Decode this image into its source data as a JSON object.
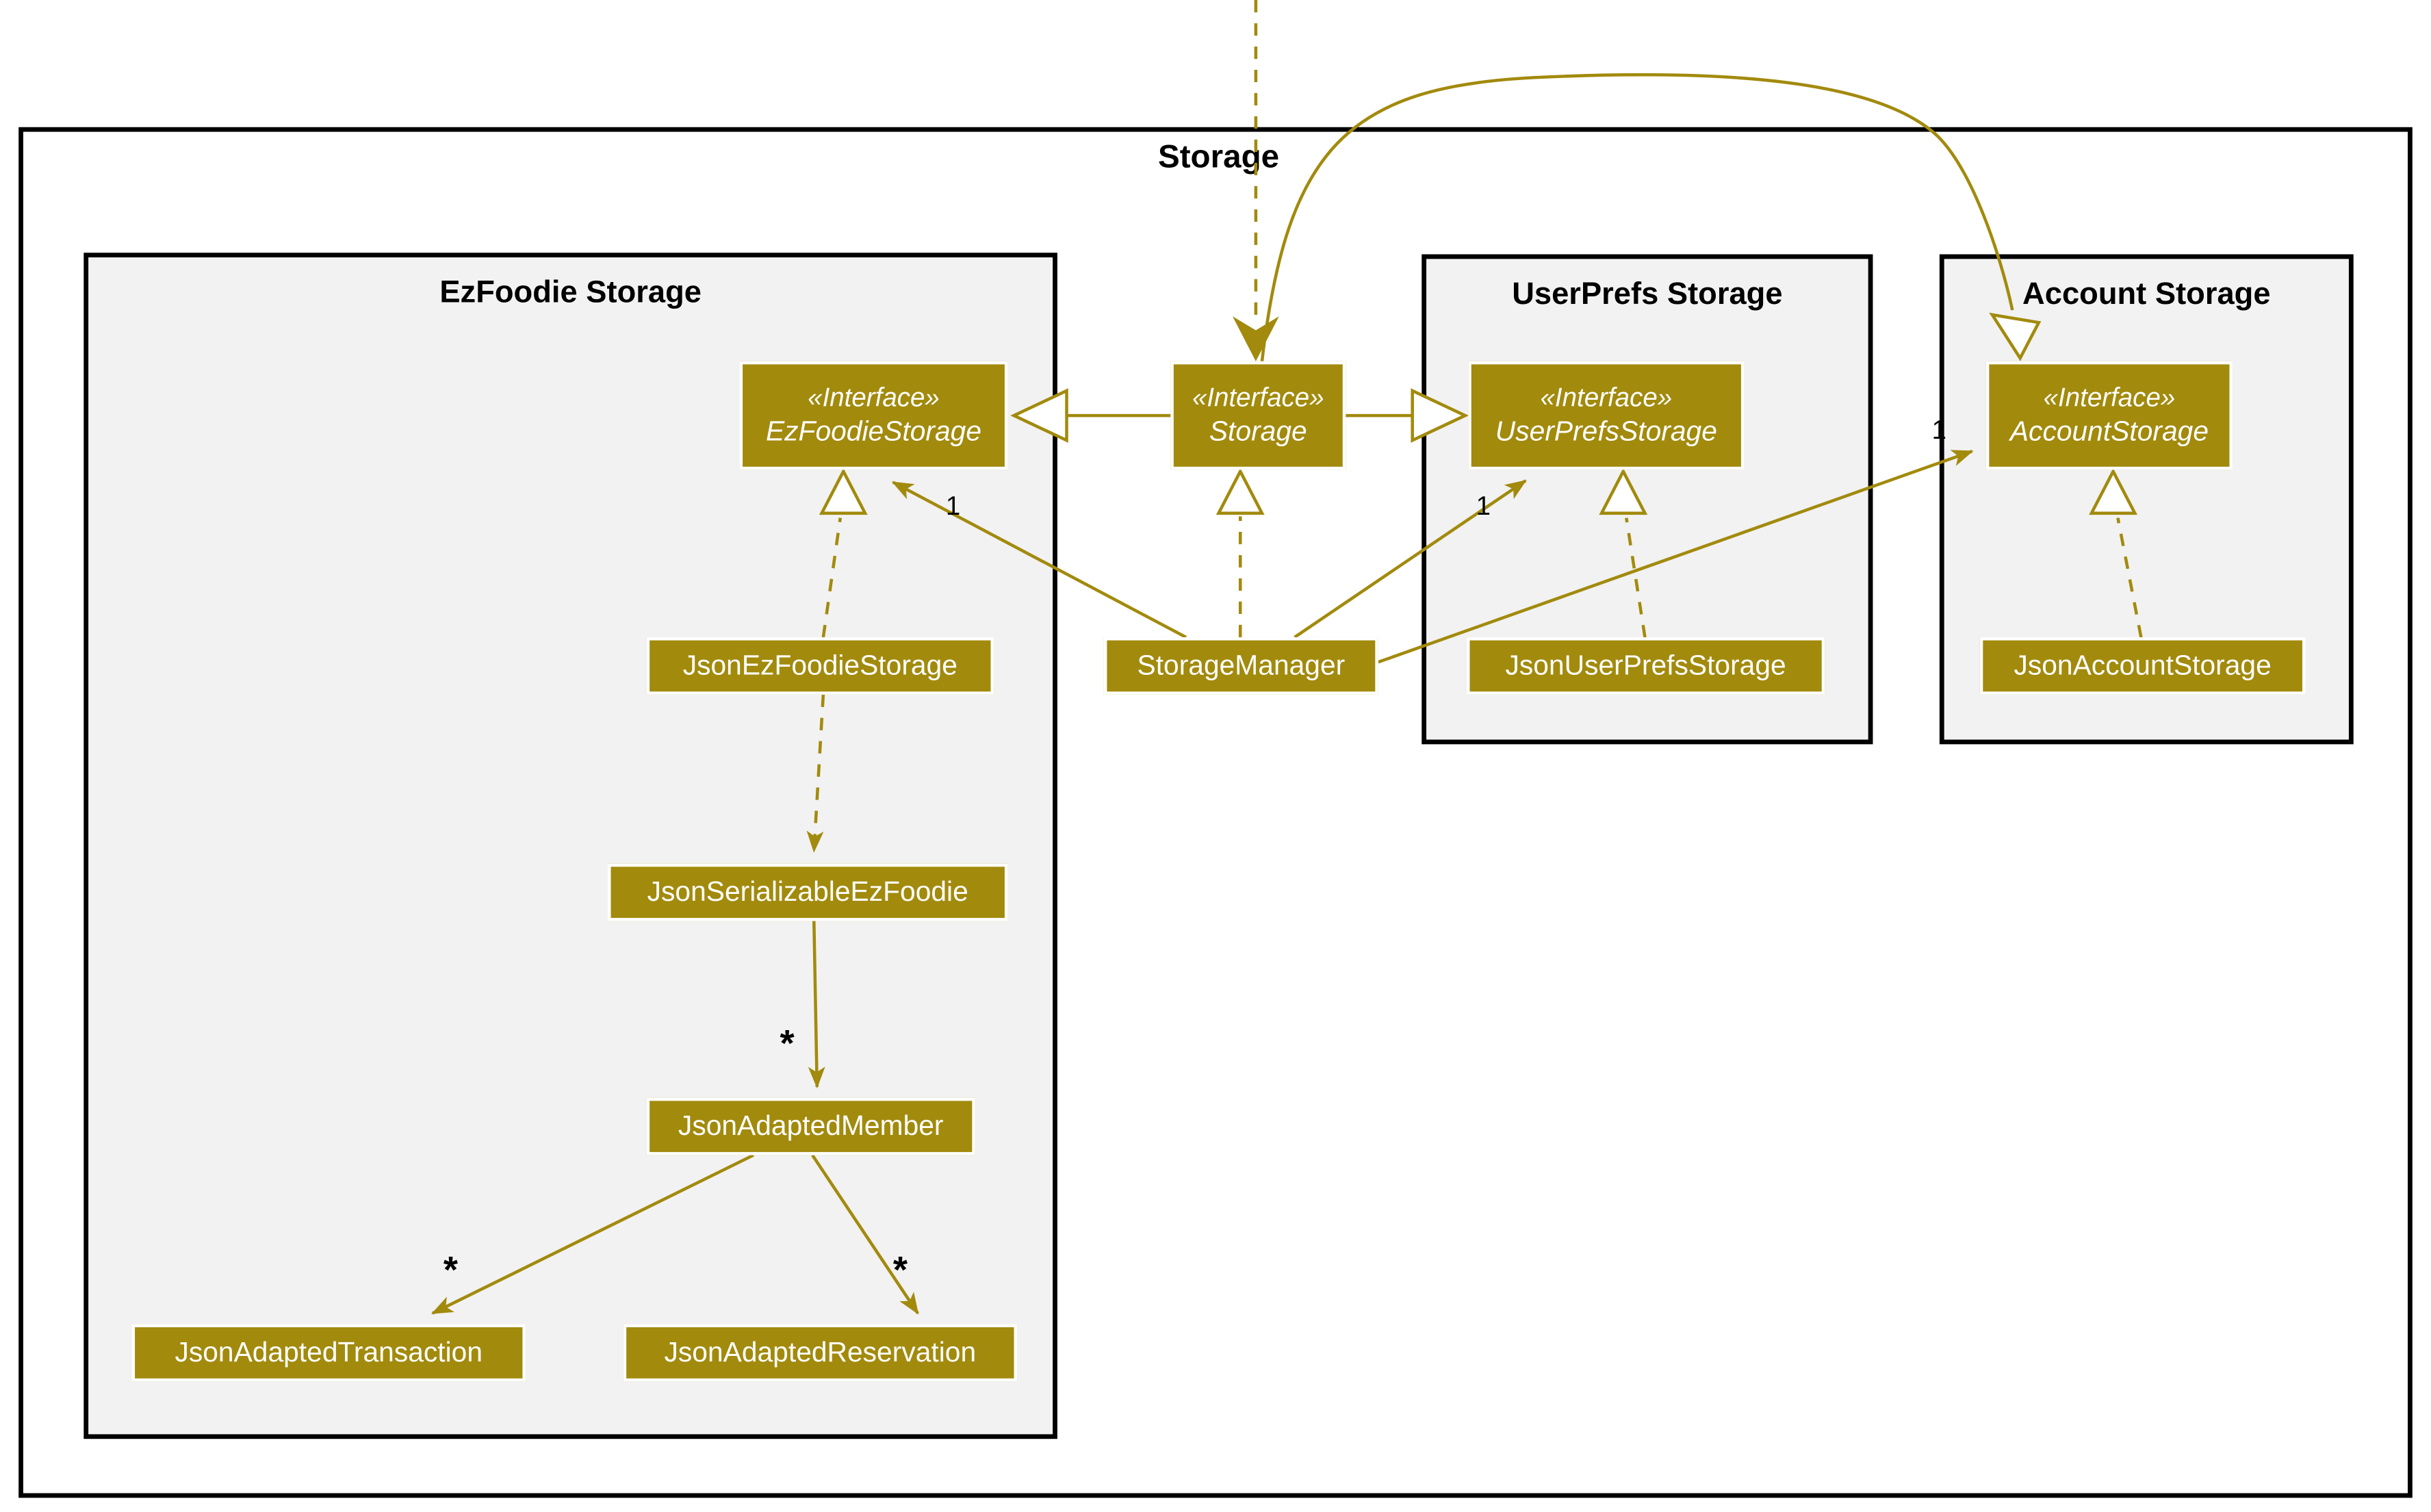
{
  "diagram": {
    "title": "Storage",
    "colors": {
      "accent_gold": "#A28A0D",
      "package_background": "#F2F2F2",
      "frame_border": "#000000",
      "text_on_gold": "#FFFFFF"
    },
    "packages": [
      {
        "title": "EzFoodie Storage"
      },
      {
        "title": "UserPrefs Storage"
      },
      {
        "title": "Account Storage"
      }
    ],
    "interfaces": [
      {
        "stereotype": "«Interface»",
        "name": "EzFoodieStorage"
      },
      {
        "stereotype": "«Interface»",
        "name": "Storage"
      },
      {
        "stereotype": "«Interface»",
        "name": "UserPrefsStorage"
      },
      {
        "stereotype": "«Interface»",
        "name": "AccountStorage"
      }
    ],
    "classes": [
      {
        "name": "StorageManager"
      },
      {
        "name": "JsonEzFoodieStorage"
      },
      {
        "name": "JsonUserPrefsStorage"
      },
      {
        "name": "JsonAccountStorage"
      },
      {
        "name": "JsonSerializableEzFoodie"
      },
      {
        "name": "JsonAdaptedMember"
      },
      {
        "name": "JsonAdaptedTransaction"
      },
      {
        "name": "JsonAdaptedReservation"
      }
    ],
    "multiplicities": {
      "manager_to_ezfoodie": "1",
      "manager_to_userprefs": "1",
      "manager_to_account": "1",
      "serializable_to_member": "*",
      "member_to_transaction": "*",
      "member_to_reservation": "*"
    }
  }
}
